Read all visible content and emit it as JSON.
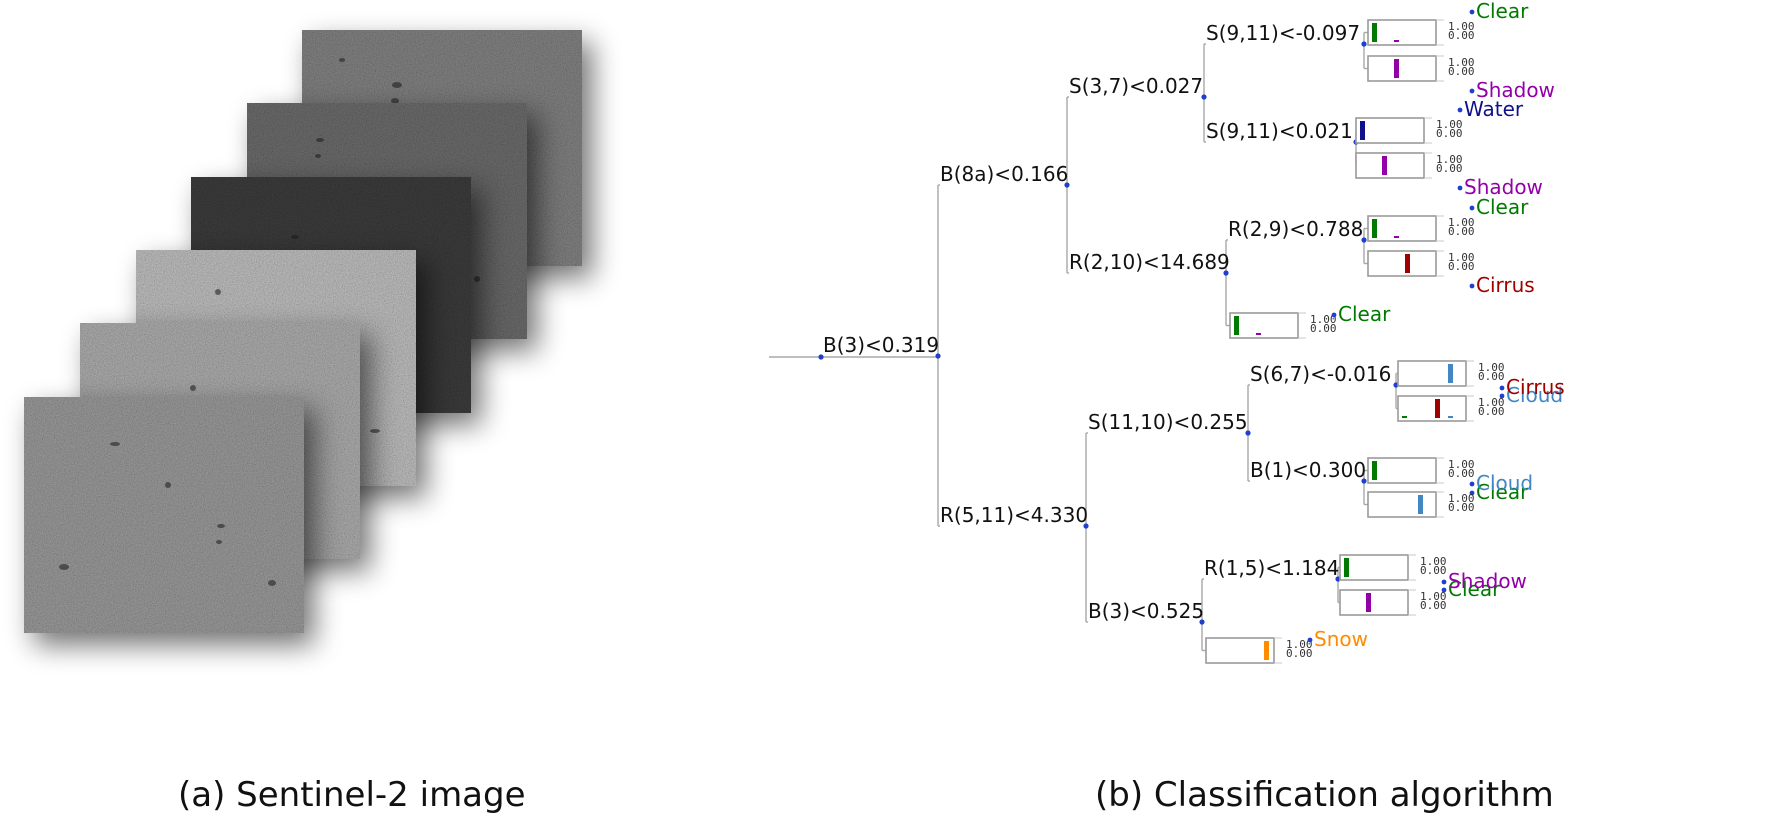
{
  "captions": {
    "a": "(a) Sentinel-2 image",
    "b": "(b) Classification algorithm"
  },
  "hist_ticks": {
    "max": "1.00",
    "min": "0.00"
  },
  "colors": {
    "Clear": "#007a00",
    "Shadow": "#9400a8",
    "Water": "#10108c",
    "Cirrus": "#a00000",
    "Cloud": "#4287c4",
    "Snow": "#ff8c00"
  },
  "images": [
    {
      "shade": "#858585"
    },
    {
      "shade": "#6e6e6e"
    },
    {
      "shade": "#3e3e3e"
    },
    {
      "shade": "#c2c2c2"
    },
    {
      "shade": "#b0b0b0"
    },
    {
      "shade": "#9d9d9d"
    }
  ],
  "tree": {
    "nodes": [
      {
        "id": "n0",
        "label": "B(3)<0.319"
      },
      {
        "id": "n1",
        "label": "B(8a)<0.166"
      },
      {
        "id": "n2",
        "label": "S(3,7)<0.027"
      },
      {
        "id": "n3",
        "label": "S(9,11)<-0.097"
      },
      {
        "id": "n4",
        "label": "S(9,11)<0.021"
      },
      {
        "id": "n5",
        "label": "R(2,10)<14.689"
      },
      {
        "id": "n6",
        "label": "R(2,9)<0.788"
      },
      {
        "id": "n7",
        "label": "R(5,11)<4.330"
      },
      {
        "id": "n8",
        "label": "S(11,10)<0.255"
      },
      {
        "id": "n9",
        "label": "S(6,7)<-0.016"
      },
      {
        "id": "n10",
        "label": "B(1)<0.300"
      },
      {
        "id": "n11",
        "label": "B(3)<0.525"
      },
      {
        "id": "n12",
        "label": "R(1,5)<1.184"
      }
    ],
    "leaves": [
      {
        "id": "l1",
        "label": "Clear",
        "bars": [
          [
            "Clear",
            1.0
          ],
          [
            "Shadow",
            0.08
          ]
        ]
      },
      {
        "id": "l2",
        "label": "Shadow",
        "bars": [
          [
            "Shadow",
            1.0
          ]
        ]
      },
      {
        "id": "l3",
        "label": "Water",
        "bars": [
          [
            "Water",
            1.0
          ]
        ]
      },
      {
        "id": "l4",
        "label": "Shadow",
        "bars": [
          [
            "Shadow",
            1.0
          ]
        ]
      },
      {
        "id": "l5",
        "label": "Clear",
        "bars": [
          [
            "Clear",
            1.0
          ],
          [
            "Shadow",
            0.08
          ]
        ]
      },
      {
        "id": "l6",
        "label": "Cirrus",
        "bars": [
          [
            "Cirrus",
            1.0
          ]
        ]
      },
      {
        "id": "l7",
        "label": "Clear",
        "bars": [
          [
            "Clear",
            1.0
          ],
          [
            "Shadow",
            0.08
          ]
        ]
      },
      {
        "id": "l8",
        "label": "Cloud",
        "bars": [
          [
            "Cloud",
            1.0
          ]
        ]
      },
      {
        "id": "l9",
        "label": "Cirrus",
        "bars": [
          [
            "Clear",
            0.08
          ],
          [
            "Cirrus",
            1.0
          ],
          [
            "Cloud",
            0.08
          ]
        ]
      },
      {
        "id": "l10",
        "label": "Clear",
        "bars": [
          [
            "Clear",
            1.0
          ]
        ]
      },
      {
        "id": "l11",
        "label": "Cloud",
        "bars": [
          [
            "Cloud",
            1.0
          ]
        ]
      },
      {
        "id": "l12",
        "label": "Clear",
        "bars": [
          [
            "Clear",
            1.0
          ]
        ]
      },
      {
        "id": "l13",
        "label": "Shadow",
        "bars": [
          [
            "Shadow",
            1.0
          ]
        ]
      },
      {
        "id": "l14",
        "label": "Snow",
        "bars": [
          [
            "Snow",
            1.0
          ]
        ]
      }
    ]
  }
}
